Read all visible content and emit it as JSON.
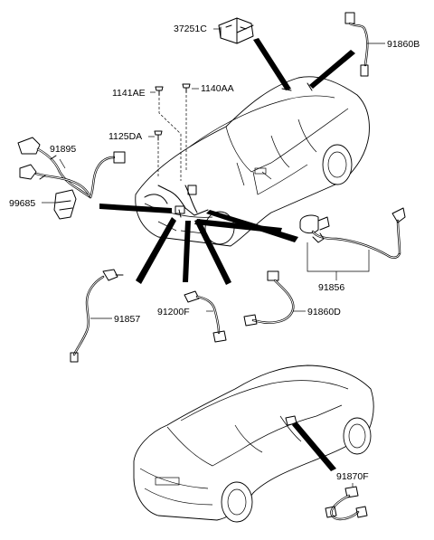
{
  "labels": {
    "p37251C": "37251C",
    "p91860B": "91860B",
    "p1141AE": "1141AE",
    "p1140AA": "1140AA",
    "p1125DA": "1125DA",
    "p91895": "91895",
    "p99685": "99685",
    "p91856": "91856",
    "p91857": "91857",
    "p91200F": "91200F",
    "p91860D": "91860D",
    "p91870F": "91870F"
  }
}
